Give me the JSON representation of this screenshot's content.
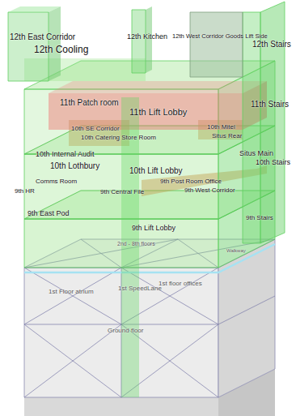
{
  "diagram": {
    "labels": [
      "12th East Corridor",
      "12th Cooling",
      "12th Kitchen",
      "12th West Corridor Goods Lift Side",
      "12th Stairs",
      "11th Patch room",
      "11th Lift Lobby",
      "11th Stairs",
      "10th SE Corridor",
      "10th Mitel",
      "10th Catering Store Room",
      "Situs Rear",
      "10th Internal Audit",
      "10th Lothbury",
      "Situs Main",
      "10th Stairs",
      "10th Lift Lobby",
      "Comms Room",
      "9th Post Room Office",
      "9th HR",
      "9th Central File",
      "9th West Corridor",
      "9th East Pod",
      "9th Lift Lobby",
      "9th Stairs",
      "2nd - 8th floors",
      "Walkway",
      "1st Floor atrium",
      "1st SpeedLane",
      "1st floor offices",
      "Ground floor"
    ]
  }
}
